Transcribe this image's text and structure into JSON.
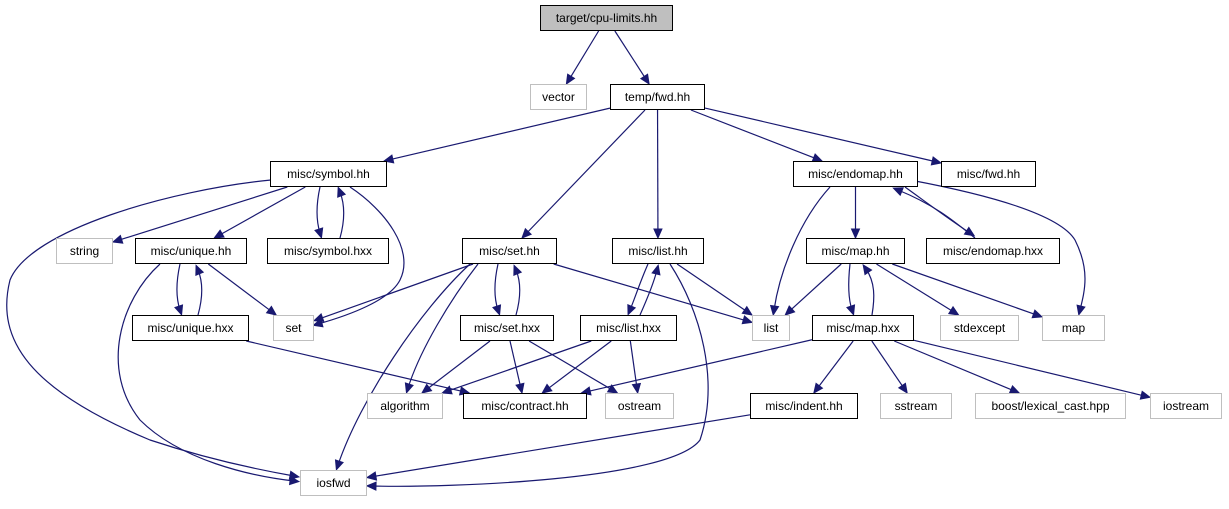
{
  "nodes": {
    "cpu_limits": {
      "label": "target/cpu-limits.hh",
      "kind": "root"
    },
    "vector": {
      "label": "vector",
      "kind": "external"
    },
    "temp_fwd": {
      "label": "temp/fwd.hh",
      "kind": "normal"
    },
    "symbol_hh": {
      "label": "misc/symbol.hh",
      "kind": "normal"
    },
    "endomap_hh": {
      "label": "misc/endomap.hh",
      "kind": "normal"
    },
    "misc_fwd": {
      "label": "misc/fwd.hh",
      "kind": "normal"
    },
    "string": {
      "label": "string",
      "kind": "external"
    },
    "unique_hh": {
      "label": "misc/unique.hh",
      "kind": "normal"
    },
    "symbol_hxx": {
      "label": "misc/symbol.hxx",
      "kind": "normal"
    },
    "set_hh": {
      "label": "misc/set.hh",
      "kind": "normal"
    },
    "list_hh": {
      "label": "misc/list.hh",
      "kind": "normal"
    },
    "map_hh": {
      "label": "misc/map.hh",
      "kind": "normal"
    },
    "endomap_hxx": {
      "label": "misc/endomap.hxx",
      "kind": "normal"
    },
    "unique_hxx": {
      "label": "misc/unique.hxx",
      "kind": "normal"
    },
    "set": {
      "label": "set",
      "kind": "external"
    },
    "set_hxx": {
      "label": "misc/set.hxx",
      "kind": "normal"
    },
    "list_hxx": {
      "label": "misc/list.hxx",
      "kind": "normal"
    },
    "list": {
      "label": "list",
      "kind": "external"
    },
    "map_hxx": {
      "label": "misc/map.hxx",
      "kind": "normal"
    },
    "stdexcept": {
      "label": "stdexcept",
      "kind": "external"
    },
    "map": {
      "label": "map",
      "kind": "external"
    },
    "algorithm": {
      "label": "algorithm",
      "kind": "external"
    },
    "contract_hh": {
      "label": "misc/contract.hh",
      "kind": "normal"
    },
    "ostream": {
      "label": "ostream",
      "kind": "external"
    },
    "indent_hh": {
      "label": "misc/indent.hh",
      "kind": "normal"
    },
    "sstream": {
      "label": "sstream",
      "kind": "external"
    },
    "lexical_cast": {
      "label": "boost/lexical_cast.hpp",
      "kind": "external"
    },
    "iostream": {
      "label": "iostream",
      "kind": "external"
    },
    "iosfwd": {
      "label": "iosfwd",
      "kind": "external"
    }
  },
  "edges": [
    [
      "cpu_limits",
      "vector"
    ],
    [
      "cpu_limits",
      "temp_fwd"
    ],
    [
      "temp_fwd",
      "symbol_hh"
    ],
    [
      "temp_fwd",
      "set_hh"
    ],
    [
      "temp_fwd",
      "list_hh"
    ],
    [
      "temp_fwd",
      "endomap_hh"
    ],
    [
      "temp_fwd",
      "misc_fwd"
    ],
    [
      "symbol_hh",
      "string"
    ],
    [
      "symbol_hh",
      "unique_hh"
    ],
    [
      "symbol_hh",
      "symbol_hxx"
    ],
    [
      "symbol_hh",
      "set"
    ],
    [
      "symbol_hh",
      "iosfwd"
    ],
    [
      "symbol_hxx",
      "symbol_hh"
    ],
    [
      "unique_hh",
      "unique_hxx"
    ],
    [
      "unique_hh",
      "set"
    ],
    [
      "unique_hh",
      "iosfwd"
    ],
    [
      "unique_hxx",
      "unique_hh"
    ],
    [
      "unique_hxx",
      "contract_hh"
    ],
    [
      "set_hh",
      "set"
    ],
    [
      "set_hh",
      "set_hxx"
    ],
    [
      "set_hh",
      "list"
    ],
    [
      "set_hh",
      "algorithm"
    ],
    [
      "set_hh",
      "iosfwd"
    ],
    [
      "set_hxx",
      "set_hh"
    ],
    [
      "set_hxx",
      "algorithm"
    ],
    [
      "set_hxx",
      "contract_hh"
    ],
    [
      "set_hxx",
      "ostream"
    ],
    [
      "list_hh",
      "list_hxx"
    ],
    [
      "list_hh",
      "list"
    ],
    [
      "list_hh",
      "iosfwd"
    ],
    [
      "list_hxx",
      "list_hh"
    ],
    [
      "list_hxx",
      "algorithm"
    ],
    [
      "list_hxx",
      "contract_hh"
    ],
    [
      "list_hxx",
      "ostream"
    ],
    [
      "endomap_hh",
      "list"
    ],
    [
      "endomap_hh",
      "map_hh"
    ],
    [
      "endomap_hh",
      "endomap_hxx"
    ],
    [
      "endomap_hh",
      "map"
    ],
    [
      "endomap_hxx",
      "endomap_hh"
    ],
    [
      "map_hh",
      "list"
    ],
    [
      "map_hh",
      "map_hxx"
    ],
    [
      "map_hh",
      "stdexcept"
    ],
    [
      "map_hh",
      "map"
    ],
    [
      "map_hxx",
      "map_hh"
    ],
    [
      "map_hxx",
      "contract_hh"
    ],
    [
      "map_hxx",
      "indent_hh"
    ],
    [
      "map_hxx",
      "sstream"
    ],
    [
      "map_hxx",
      "lexical_cast"
    ],
    [
      "map_hxx",
      "iostream"
    ],
    [
      "indent_hh",
      "iosfwd"
    ]
  ],
  "colors": {
    "edge": "#191970",
    "node_border": "#000000",
    "external_border": "#bfbfbf",
    "root_fill": "#bfbfbf"
  }
}
